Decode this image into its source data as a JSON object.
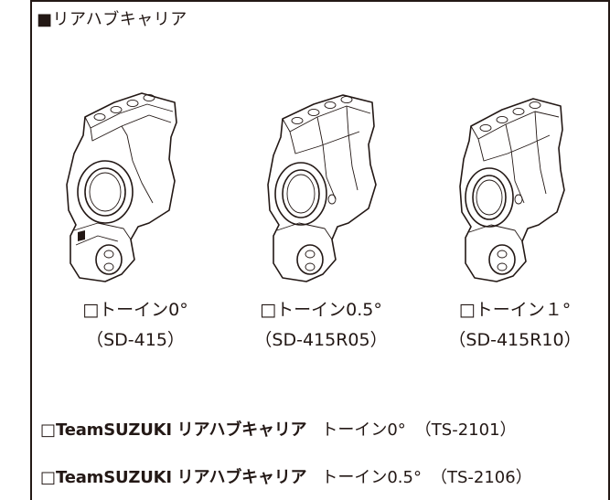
{
  "title": "■リアハブキャリア",
  "parts": [
    {
      "name": "□トーイン0°",
      "code": "（SD-415）"
    },
    {
      "name": "□トーイン0.5°",
      "code": "（SD-415R05）"
    },
    {
      "name": "□トーイン１°",
      "code": "（SD-415R10）"
    }
  ],
  "products": [
    {
      "checkbox": "□",
      "brand": "TeamSUZUKI",
      "name": "リアハブキャリア",
      "toe": "トーイン0°",
      "code": "（TS-2101）"
    },
    {
      "checkbox": "□",
      "brand": "TeamSUZUKI",
      "name": "リアハブキャリア",
      "toe": "トーイン0.5°",
      "code": "（TS-2106）"
    }
  ]
}
